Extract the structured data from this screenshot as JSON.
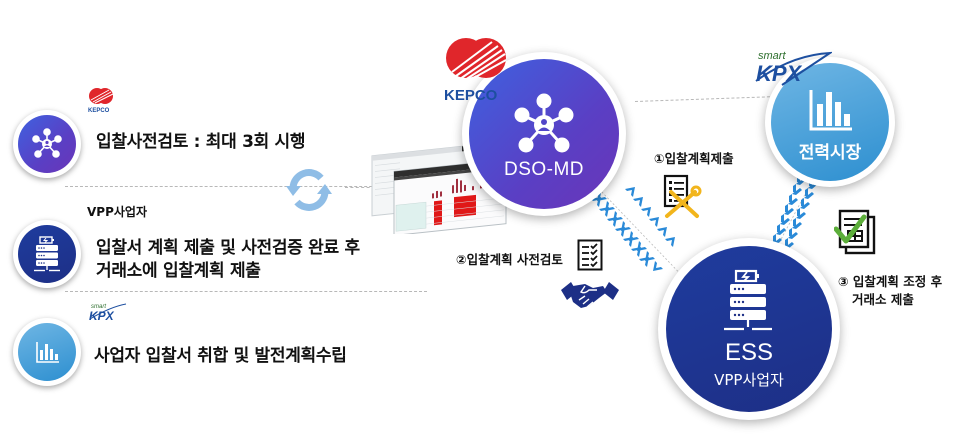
{
  "left_panel": {
    "rows": [
      {
        "org_logo": "KEPCO",
        "icon": "network-hub-icon",
        "text": "입찰사전검토 : 최대 3회 시행"
      },
      {
        "org_label": "VPP사업자",
        "icon": "ess-server-icon",
        "text_line1": "입찰서 계획 제출 및 사전검증 완료 후",
        "text_line2": "거래소에 입찰계획 제출"
      },
      {
        "org_logo_small": "smart",
        "org_logo": "KPX",
        "icon": "bar-chart-icon",
        "text": "사업자 입찰서 취합 및 발전계획수립"
      }
    ]
  },
  "nodes": {
    "dso": {
      "logo": "KEPCO",
      "label": "DSO-MD"
    },
    "market": {
      "logo_small": "smart",
      "logo": "KPX",
      "label": "전력시장"
    },
    "ess": {
      "label": "ESS",
      "sublabel": "VPP사업자"
    }
  },
  "steps": [
    {
      "label": "①입찰계획제출"
    },
    {
      "label": "②입찰계획 사전검토"
    },
    {
      "label_line1": "③ 입찰계획 조정 후",
      "label_line2": "거래소 제출"
    }
  ],
  "colors": {
    "dso_purple": "#4f4fd0",
    "ess_navy": "#1f3592",
    "market_sky": "#3d9ad6",
    "kepco_red": "#e0262b",
    "kpx_blue": "#1d4fa0",
    "chevron_blue": "#2a8ad8",
    "check_green": "#5cae3a",
    "wrench_yellow": "#f2b51c"
  }
}
